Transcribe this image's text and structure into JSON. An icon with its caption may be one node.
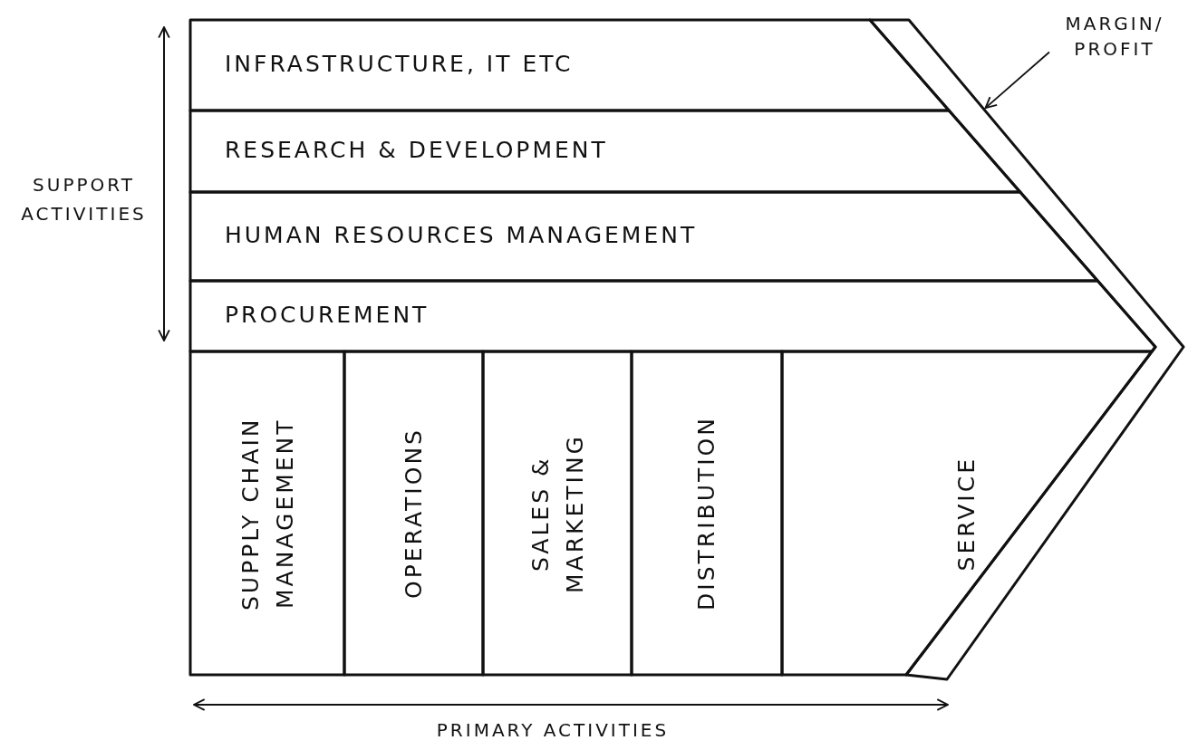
{
  "diagram": {
    "nodes": [
      {
        "text": [
          "INFRASTRUCTURE, IT ETC"
        ]
      },
      {
        "text": [
          "RESEARCH & DEVELOPMENT"
        ]
      },
      {
        "text": [
          "HUMAN RESOURCES MANAGEMENT"
        ]
      },
      {
        "text": [
          "PROCUREMENT"
        ]
      },
      {
        "text": [
          "SUPPLY CHAIN MANAGEMENT"
        ]
      },
      {
        "text": [
          "OPERATIONS"
        ]
      },
      {
        "text": [
          "SALES & MARKETING"
        ]
      },
      {
        "text": [
          "DISTRIBUTION"
        ]
      },
      {
        "text": [
          "SERVICE"
        ]
      },
      {
        "text": [
          "MARGIN/ PROFIT"
        ]
      },
      {
        "text": [],
        "shape": "band"
      }
    ],
    "edges": [
      {
        "from": 9,
        "to": 10,
        "arrow": "to"
      }
    ],
    "labels": [
      "SUPPORT ACTIVITIES",
      "PRIMARY ACTIVITIES"
    ]
  }
}
